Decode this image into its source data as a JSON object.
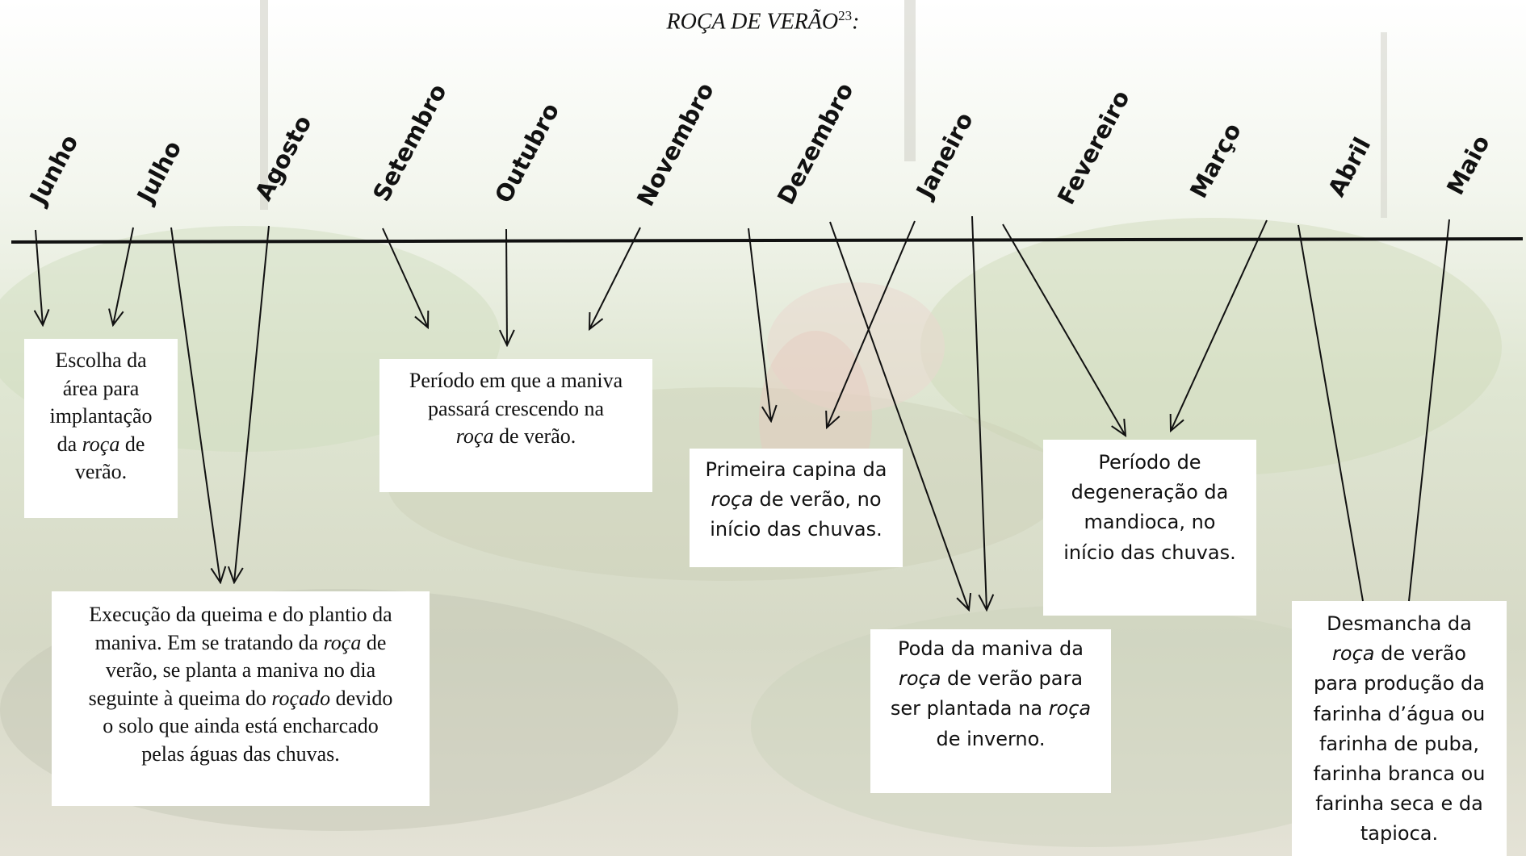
{
  "title": {
    "text": "ROÇA DE VERÃO",
    "footnote": "23",
    "suffix": ":"
  },
  "months": [
    "Junho",
    "Julho",
    "Agosto",
    "Setembro",
    "Outubro",
    "Novembro",
    "Dezembro",
    "Janeiro",
    "Fevereiro",
    "Março",
    "Abril",
    "Maio"
  ],
  "boxes": {
    "escolha": {
      "l1": "Escolha da",
      "l2": "área para",
      "l3": "implantação",
      "l4a": "da ",
      "l4i": "roça",
      "l4b": " de",
      "l5": "verão."
    },
    "execucao": {
      "l1": "Execução da queima e do plantio da",
      "l2a": "maniva. Em se tratando da ",
      "l2i": "roça",
      "l2b": " de",
      "l3": "verão, se planta a maniva no dia",
      "l4a": "seguinte à queima do ",
      "l4i": "roçado",
      "l4b": " devido",
      "l5": "o solo que ainda está encharcado",
      "l6": "pelas águas das chuvas."
    },
    "periodo_crescendo": {
      "l1": "Período em que a maniva",
      "l2": "passará crescendo na",
      "l3i": "roça",
      "l3b": " de verão."
    },
    "primeira_capina": {
      "l1": "Primeira capina da",
      "l2i": "roça",
      "l2b": " de verão, no",
      "l3": "início das chuvas."
    },
    "poda": {
      "l1": "Poda da maniva da",
      "l2i": "roça",
      "l2b": " de verão para",
      "l3a": "ser plantada na ",
      "l3i": "roça",
      "l4": "de inverno."
    },
    "degeneracao": {
      "l1": "Período de",
      "l2": "degeneração da",
      "l3": "mandioca, no",
      "l4": "início das chuvas."
    },
    "desmancha": {
      "l1": "Desmancha da",
      "l2i": "roça",
      "l2b": " de verão",
      "l3": "para produção da",
      "l4": "farinha d’água ou",
      "l5": "farinha de puba,",
      "l6": "farinha branca ou",
      "l7": "farinha seca e da",
      "l8": "tapioca."
    }
  }
}
